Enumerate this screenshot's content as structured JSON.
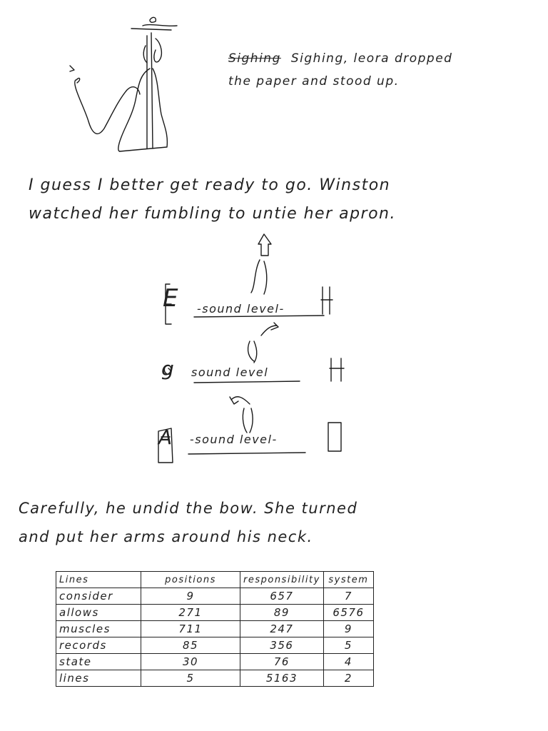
{
  "top_note": {
    "struck_word": "Sighing",
    "line1": "Sighing, leora dropped",
    "line2": "the paper and stood up."
  },
  "paragraph1": {
    "line1": "I guess I better get ready to go. Winston",
    "line2": "watched her fumbling to untie her apron."
  },
  "diagram": {
    "levels": [
      {
        "letter": "E",
        "label": "-sound level-"
      },
      {
        "letter": "g",
        "label": "sound level"
      },
      {
        "letter": "A",
        "label": "-sound level-"
      }
    ]
  },
  "paragraph2": {
    "line1": "Carefully, he undid the bow. She turned",
    "line2": "and put her arms around his neck."
  },
  "table": {
    "headers": [
      "Lines",
      "positions",
      "responsibility",
      "system"
    ],
    "rows": [
      [
        "consider",
        "9",
        "657",
        "7"
      ],
      [
        "allows",
        "271",
        "89",
        "6576"
      ],
      [
        "muscles",
        "711",
        "247",
        "9"
      ],
      [
        "records",
        "85",
        "356",
        "5"
      ],
      [
        "state",
        "30",
        "76",
        "4"
      ],
      [
        "lines",
        "5",
        "5163",
        "2"
      ]
    ]
  }
}
